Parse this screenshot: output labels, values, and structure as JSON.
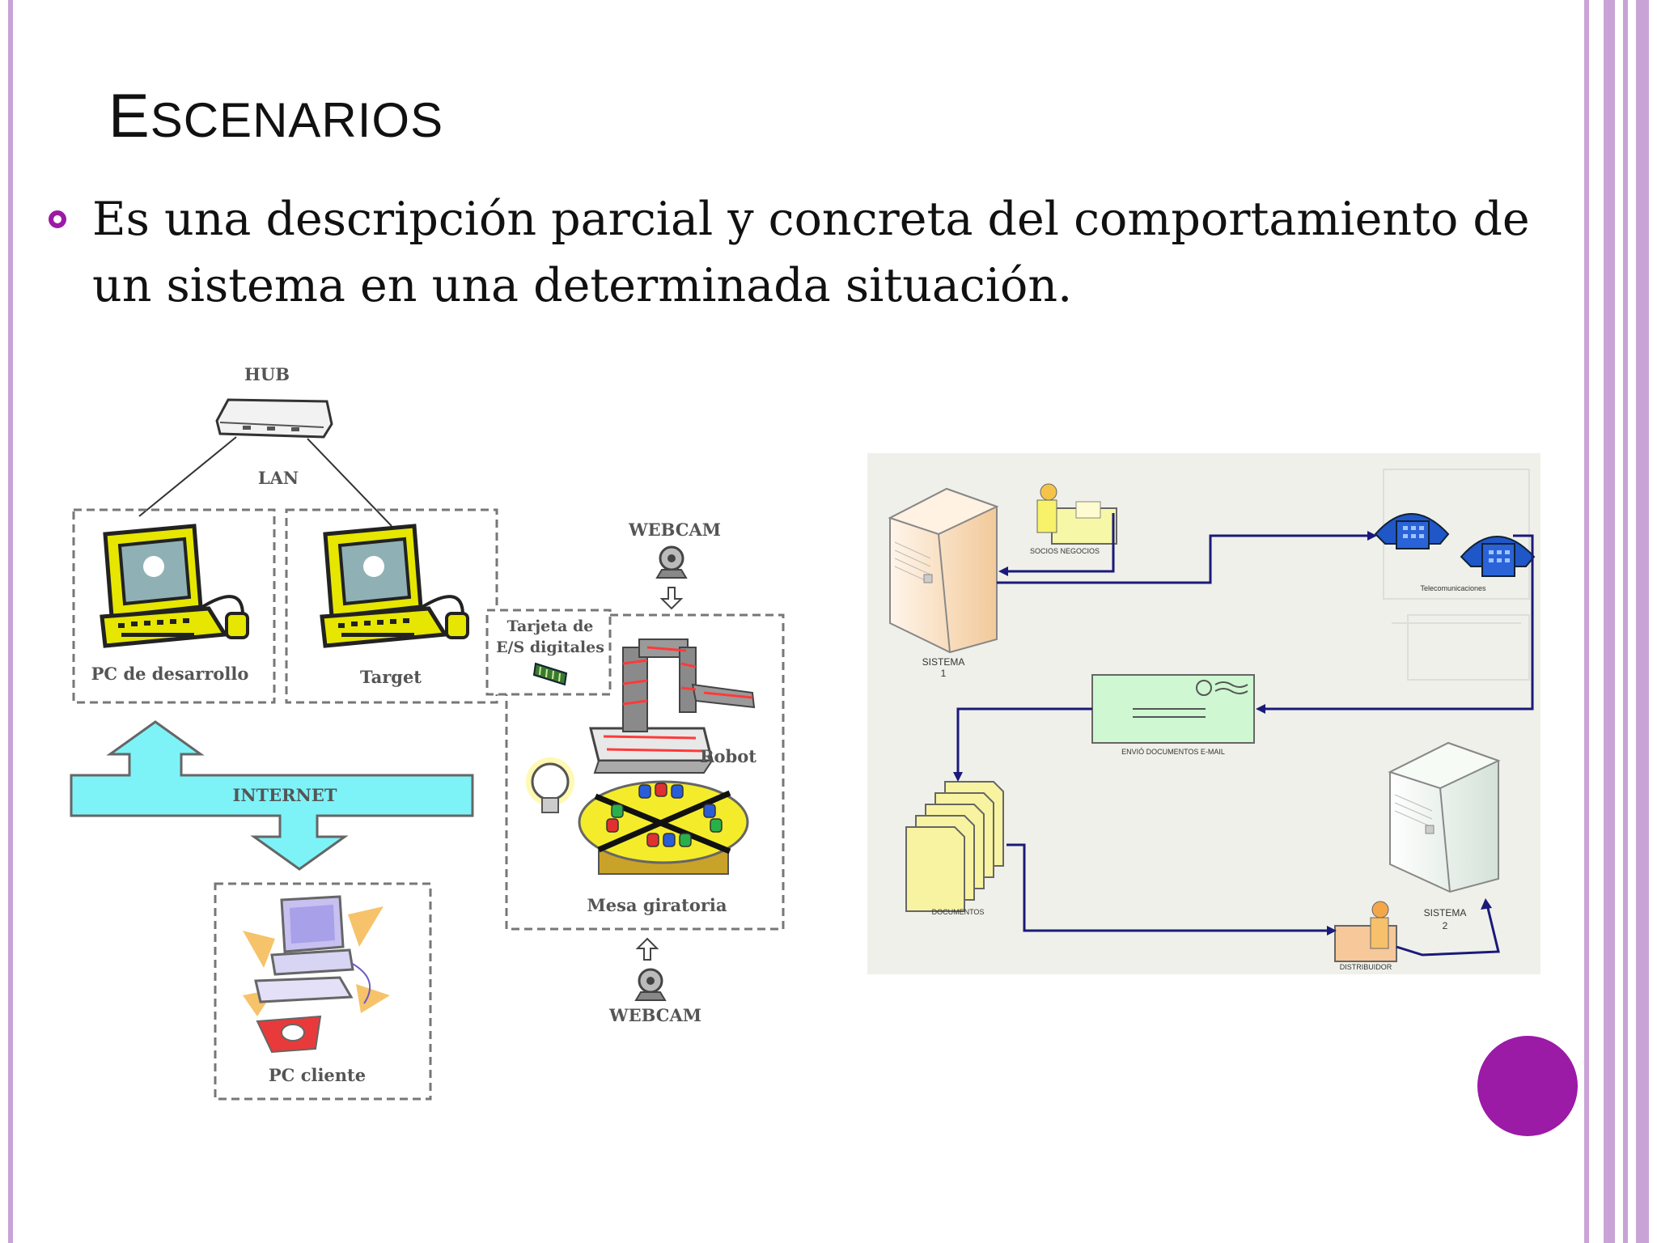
{
  "slide": {
    "title": "Escenarios",
    "bullet_text": "Es una descripción parcial y concreta del comportamiento de un sistema en una determinada situación.",
    "colors": {
      "accent": "#9b1aa6",
      "stripe": "#c9a3d6",
      "internet": "#7df3f8",
      "network_line": "#1a1a7a"
    }
  },
  "left_diagram": {
    "hub": "HUB",
    "lan": "LAN",
    "pc_dev": "PC de desarrollo",
    "target": "Target",
    "webcam_top": "WEBCAM",
    "card_line1": "Tarjeta de",
    "card_line2": "E/S digitales",
    "robot": "Robot",
    "internet": "INTERNET",
    "turntable": "Mesa giratoria",
    "webcam_bottom": "WEBCAM",
    "pc_client": "PC cliente"
  },
  "right_diagram": {
    "socios": "SOCIOS NEGOCIOS",
    "telecom": "Telecomunicaciones",
    "sistema1_a": "SISTEMA",
    "sistema1_b": "1",
    "email": "ENVIÓ DOCUMENTOS E-MAIL",
    "documentos": "DOCUMENTOS",
    "sistema2_a": "SISTEMA",
    "sistema2_b": "2",
    "distribuidor": "DISTRIBUIDOR"
  }
}
